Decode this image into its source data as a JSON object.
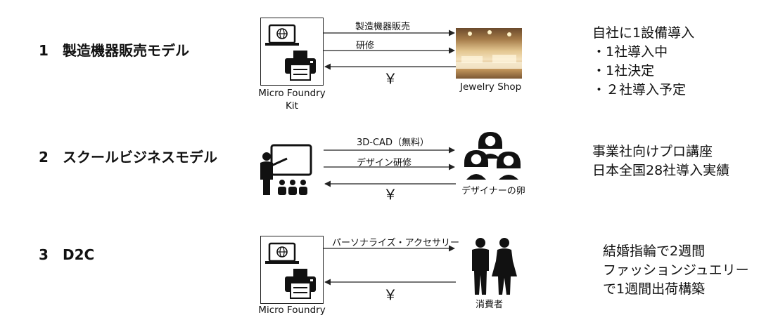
{
  "models": [
    {
      "number": "1",
      "title": "製造機器販売モデル",
      "provider_label": "Micro Foundry Kit",
      "provider_label_line1": "Micro Foundry",
      "provider_label_line2": "Kit",
      "arrows_right": [
        "製造機器販売",
        "研修"
      ],
      "arrow_left": "￥",
      "customer_label": "Jewelry Shop",
      "notes": [
        "自社に1設備導入",
        "・1社導入中",
        "・1社決定",
        "・２社導入予定"
      ]
    },
    {
      "number": "2",
      "title": "スクールビジネスモデル",
      "arrows_right": [
        "3D-CAD（無料）",
        "デザイン研修"
      ],
      "arrow_left": "￥",
      "customer_label": "デザイナーの卵",
      "notes": [
        "事業社向けプロ講座",
        "日本全国28社導入実績"
      ]
    },
    {
      "number": "3",
      "title": "D2C",
      "provider_label": "Micro Foundry",
      "arrows_right": [
        "パーソナライズ・アクセサリー"
      ],
      "arrow_left": "￥",
      "customer_label": "消費者",
      "notes": [
        "結婚指輪で2週間",
        "ファッションジュエリー",
        "で1週間出荷構築"
      ]
    }
  ],
  "colors": {
    "icon": "#111111",
    "arrow": "#222222"
  },
  "icons": [
    "laptop-globe-icon",
    "printer-icon",
    "teacher-board-icon",
    "designers-group-icon",
    "couple-icon",
    "jewelry-shop-photo"
  ]
}
